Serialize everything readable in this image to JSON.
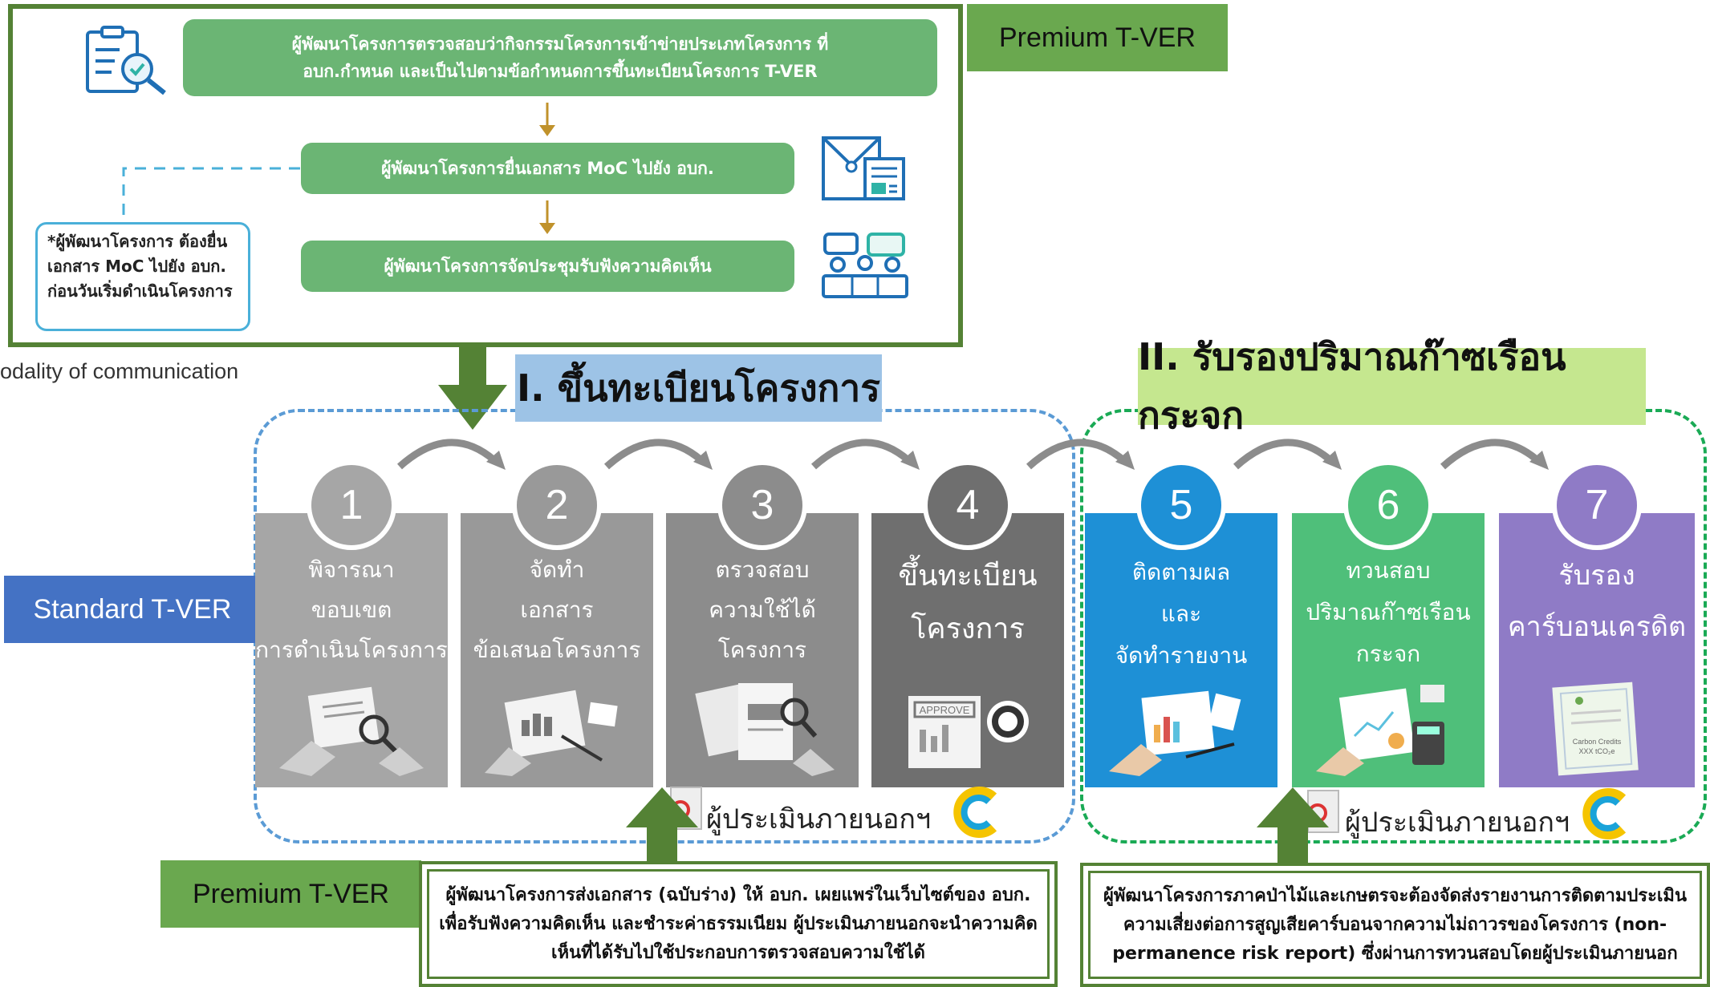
{
  "premium_process": {
    "step1": "ผู้พัฒนาโครงการตรวจสอบว่ากิจกรรมโครงการเข้าข่ายประเภทโครงการ ที่ อบก.กำหนด และเป็นไปตามข้อกำหนดการขึ้นทะเบียนโครงการ T-VER",
    "step2": "ผู้พัฒนาโครงการยื่นเอกสาร MoC ไปยัง อบก.",
    "step3": "ผู้พัฒนาโครงการจัดประชุมรับฟังความคิดเห็น",
    "side_note": "*ผู้พัฒนาโครงการ ต้องยื่นเอกสาร MoC ไปยัง อบก. ก่อนวันเริ่มดำเนินโครงการ"
  },
  "tags": {
    "premium_top": "Premium T-VER",
    "premium_bottom": "Premium T-VER",
    "standard": "Standard T-VER"
  },
  "fragment_text": "odality of communication",
  "stages": {
    "registration": "I. ขึ้นทะเบียนโครงการ",
    "certification": "II. รับรองปริมาณก๊าซเรือนกระจก"
  },
  "steps": [
    {
      "number": "1",
      "lines": [
        "พิจารณา",
        "ขอบเขต",
        "การดำเนินโครงการ"
      ],
      "color": "#a6a6a6"
    },
    {
      "number": "2",
      "lines": [
        "จัดทำ",
        "เอกสาร",
        "ข้อเสนอโครงการ"
      ],
      "color": "#999999"
    },
    {
      "number": "3",
      "lines": [
        "ตรวจสอบ",
        "ความใช้ได้",
        "โครงการ"
      ],
      "color": "#8c8c8c"
    },
    {
      "number": "4",
      "lines": [
        "ขึ้นทะเบียน",
        "โครงการ"
      ],
      "color": "#6f6f6f"
    },
    {
      "number": "5",
      "lines": [
        "ติดตามผล",
        "และ",
        "จัดทำรายงาน"
      ],
      "color": "#1e90d6"
    },
    {
      "number": "6",
      "lines": [
        "ทวนสอบ",
        "ปริมาณก๊าซเรือน",
        "กระจก"
      ],
      "color": "#4fbf7a"
    },
    {
      "number": "7",
      "lines": [
        "รับรอง",
        "คาร์บอนเครดิต"
      ],
      "color": "#8f7bc6"
    }
  ],
  "validator_label_1": "ผู้ประเมินภายนอกฯ",
  "validator_label_2": "ผู้ประเมินภายนอกฯ",
  "notes": {
    "premium_registration": "ผู้พัฒนาโครงการส่งเอกสาร (ฉบับร่าง) ให้ อบก. เผยแพร่ในเว็บไซต์ของ อบก. เพื่อรับฟังความคิดเห็น และชำระค่าธรรมเนียม ผู้ประเมินภายนอกจะนำความคิดเห็นที่ได้รับไปใช้ประกอบการตรวจสอบความใช้ได้",
    "premium_certification": "ผู้พัฒนาโครงการภาคป่าไม้และเกษตรจะต้องจัดส่งรายงานการติดตามประเมินความเสี่ยงต่อการสูญเสียคาร์บอนจากความไม่ถาวรของโครงการ (non-permanence risk report) ซึ่งผ่านการทวนสอบโดยผู้ประเมินภายนอก"
  },
  "illustrations": {
    "carbon_credit_line1": "Carbon Credits",
    "carbon_credit_line2": "XXX tCO₂e",
    "approve_stamp": "APPROVE"
  },
  "colors": {
    "premium_frame": "#548235",
    "stage1_dash": "#5b9bd5",
    "stage2_dash": "#1aaa55",
    "stage1_header_bg": "#9dc3e6",
    "stage2_header_bg": "#c5e78f",
    "standard_tag_bg": "#4472c4",
    "premium_tag_bg": "#6aa84f"
  }
}
